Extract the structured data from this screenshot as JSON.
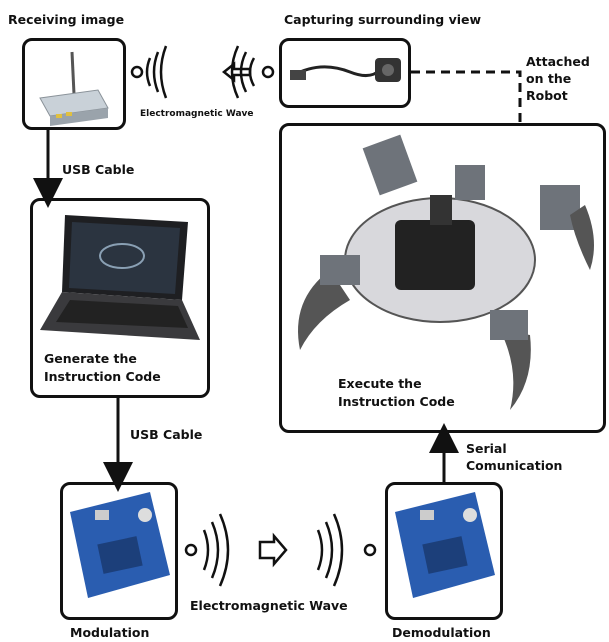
{
  "labels": {
    "receiving_image": "Receiving image",
    "capturing_view": "Capturing surrounding view",
    "attached_robot_1": "Attached",
    "attached_robot_2": "on the",
    "attached_robot_3": "Robot",
    "em_wave_top": "Electromagnetic Wave",
    "usb_cable_top": "USB Cable",
    "generate_code_1": "Generate the",
    "generate_code_2": "Instruction Code",
    "usb_cable_bottom": "USB Cable",
    "execute_code_1": "Execute the",
    "execute_code_2": "Instruction Code",
    "serial_comm_1": "Serial",
    "serial_comm_2": "Comunication",
    "em_wave_bottom": "Electromagnetic Wave",
    "modulation": "Modulation",
    "demodulation": "Demodulation"
  },
  "colors": {
    "stroke": "#111111",
    "receiver_body": "#c9d1d8",
    "laptop_screen": "#2b3440",
    "xbee_board": "#2a5db0",
    "robot_body": "#6e737a"
  },
  "icons": {
    "receiver": "wireless-receiver-icon",
    "camera": "camera-icon",
    "laptop": "laptop-icon",
    "xbee_tx": "xbee-module-icon",
    "xbee_rx": "xbee-module-icon",
    "robot": "hexapod-robot-icon"
  }
}
